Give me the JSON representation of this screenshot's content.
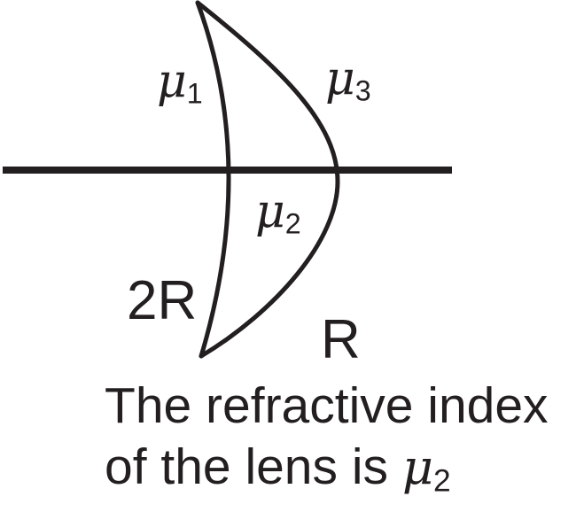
{
  "figure": {
    "colors": {
      "ink": "#231f20",
      "background": "#ffffff"
    },
    "labels": {
      "mu1": {
        "symbol": "μ",
        "subscript": "1"
      },
      "mu3": {
        "symbol": "μ",
        "subscript": "3"
      },
      "mu2": {
        "symbol": "μ",
        "subscript": "2"
      },
      "left_surface_radius": "2R",
      "right_surface_radius": "R"
    },
    "caption": {
      "line1": "The refractive index",
      "line2_text": "of the lens is ",
      "line2_symbol": "μ",
      "line2_subscript": "2"
    }
  }
}
